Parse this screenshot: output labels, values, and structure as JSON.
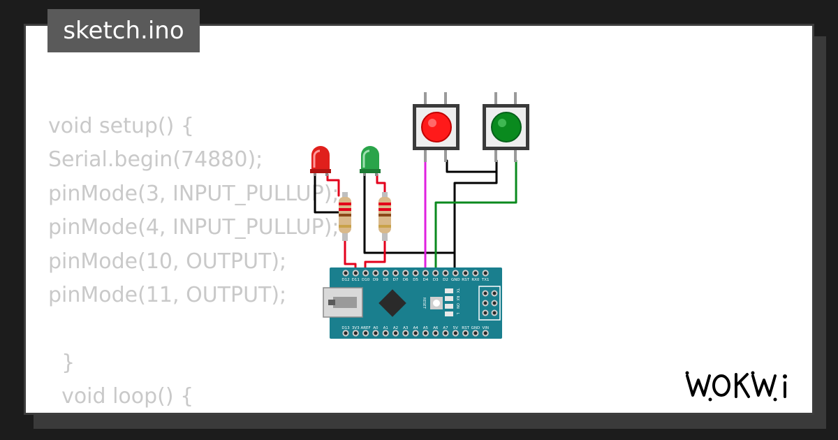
{
  "file_title": "sketch.ino",
  "code_lines": [
    "void setup() {",
    "Serial.begin(74880);",
    "pinMode(3, INPUT_PULLUP);",
    "pinMode(4, INPUT_PULLUP);",
    "pinMode(10, OUTPUT);",
    "pinMode(11, OUTPUT);",
    "",
    "  }",
    "  void loop() {"
  ],
  "logo_text": "WOKWI",
  "board": {
    "top_pins": [
      "D12",
      "D11",
      "D10",
      "D9",
      "D8",
      "D7",
      "D6",
      "D5",
      "D4",
      "D3",
      "D2",
      "GND",
      "RST",
      "RX0",
      "TX1"
    ],
    "bottom_pins": [
      "D13",
      "3V3",
      "AREF",
      "A0",
      "A1",
      "A2",
      "A3",
      "A4",
      "A5",
      "A6",
      "A7",
      "5V",
      "RST",
      "GND",
      "VIN"
    ],
    "reset_label": "RESET",
    "led_labels": [
      "TX",
      "RX",
      "ON",
      "L"
    ]
  },
  "components": {
    "led_red_color": "#e0201c",
    "led_green_color": "#2aa44a",
    "button_red_color": "#ff1a1a",
    "button_green_color": "#0a8a1e",
    "board_color": "#1a7f8e"
  },
  "wire_colors": {
    "black": "#000000",
    "red": "#e3001b",
    "magenta": "#e020e0",
    "green": "#0a8a1e"
  }
}
